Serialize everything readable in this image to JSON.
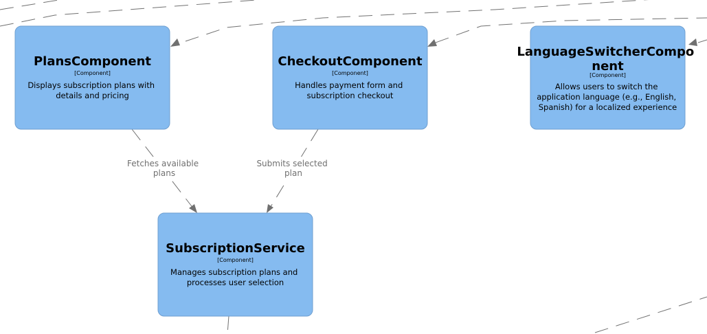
{
  "nodes": {
    "plans": {
      "title": "PlansComponent",
      "type": "[Component]",
      "description": [
        "Displays subscription plans with",
        "details and pricing"
      ]
    },
    "checkout": {
      "title": "CheckoutComponent",
      "type": "[Component]",
      "description": [
        "Handles payment form and",
        "subscription checkout"
      ]
    },
    "language": {
      "title": [
        "LanguageSwitcherCompo",
        "nent"
      ],
      "type": "[Component]",
      "description": [
        "Allows users to switch the",
        "application language (e.g., English,",
        "Spanish) for a localized experience"
      ]
    },
    "subscription": {
      "title": "SubscriptionService",
      "type": "[Component]",
      "description": [
        "Manages subscription plans and",
        "processes user selection"
      ]
    }
  },
  "edges": {
    "plans_to_subscription": [
      "Fetches available",
      "plans"
    ],
    "checkout_to_subscription": [
      "Submits selected",
      "plan"
    ]
  },
  "colors": {
    "node_fill": "#85bbf0",
    "node_border": "#6f9fd0",
    "edge": "#707070",
    "text": "#000000"
  }
}
